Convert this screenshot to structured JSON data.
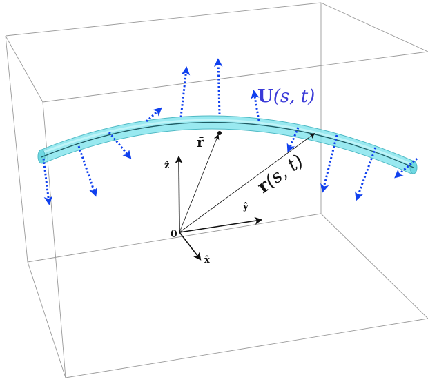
{
  "labels": {
    "r_bar": "r̄",
    "U_main": "U",
    "U_args": "(s, t)",
    "r_main": "r",
    "r_args": "(s, t)",
    "z_hat": "ẑ",
    "y_hat": "ŷ",
    "x_hat": "x̂",
    "origin": "0"
  },
  "colors": {
    "box_edge": "#9a9a9a",
    "tube_fill": "#7fe3ec",
    "tube_edge": "#4fb9c4",
    "centerline": "#1e5b63",
    "displacement_arrow": "#1040ee",
    "axis_arrow": "#111111",
    "u_label": "#3a3ad8"
  },
  "icons": {
    "displacement": "dotted-arrow",
    "axis": "solid-arrow"
  }
}
